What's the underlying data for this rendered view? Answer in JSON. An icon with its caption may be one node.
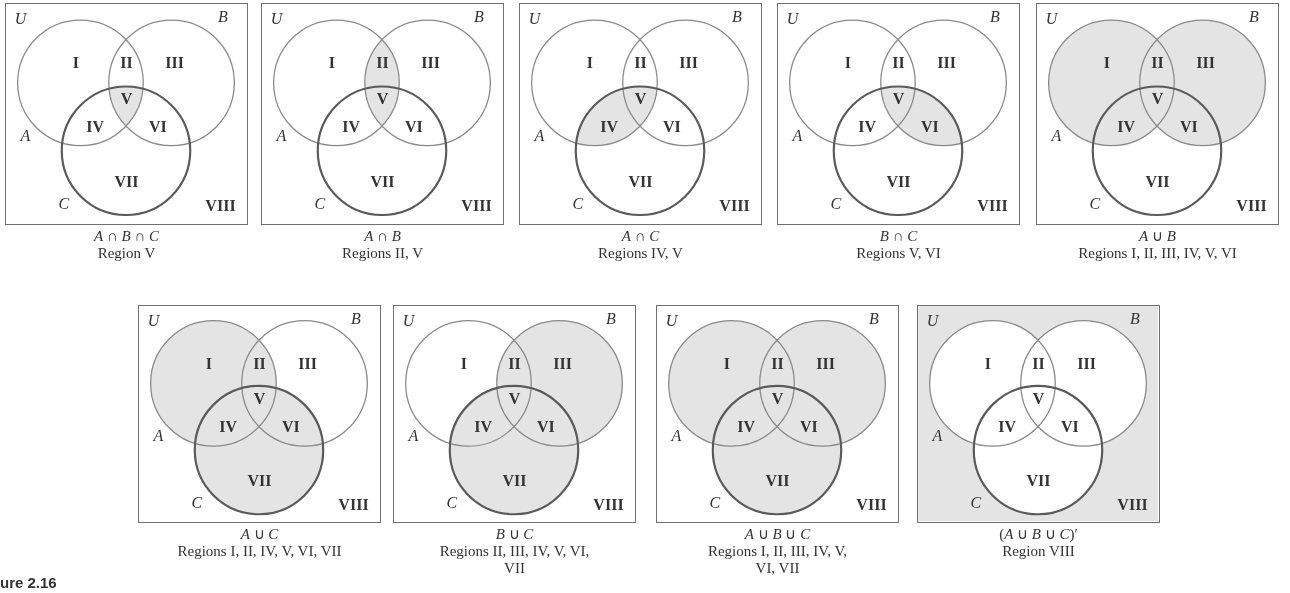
{
  "diagram": {
    "caption": "ure 2.16",
    "nodes": [
      {
        "text": [
          "U",
          "B",
          "I",
          "II",
          "III",
          "V",
          "IV",
          "VI",
          "A",
          "VII",
          "C",
          "VIII"
        ],
        "beside": [
          "*A* ∩ *B* ∩ *C*",
          "Region V"
        ]
      },
      {
        "text": [
          "U",
          "B",
          "I",
          "II",
          "III",
          "V",
          "IV",
          "VI",
          "A",
          "VII",
          "C",
          "VIII"
        ],
        "beside": [
          "*A* ∩ *B*",
          "Regions II, V"
        ]
      },
      {
        "text": [
          "U",
          "B",
          "I",
          "II",
          "III",
          "V",
          "IV",
          "VI",
          "A",
          "VII",
          "C",
          "VIII"
        ],
        "beside": [
          "*A* ∩ *C*",
          "Regions IV, V"
        ]
      },
      {
        "text": [
          "U",
          "B",
          "I",
          "II",
          "III",
          "V",
          "IV",
          "VI",
          "A",
          "VII",
          "C",
          "VIII"
        ],
        "beside": [
          "*B* ∩ *C*",
          "Regions V, VI"
        ]
      },
      {
        "text": [
          "U",
          "B",
          "I",
          "II",
          "III",
          "V",
          "IV",
          "VI",
          "A",
          "VII",
          "C",
          "VIII"
        ],
        "beside": [
          "*A* ∪ *B*",
          "Regions I, II, III, IV, V, VI"
        ]
      },
      {
        "text": [
          "U",
          "B",
          "I",
          "II",
          "III",
          "V",
          "IV",
          "VI",
          "A",
          "VII",
          "C",
          "VIII"
        ],
        "beside": [
          "*A* ∪ *C*",
          "Regions I, II, IV, V, VI, VII"
        ]
      },
      {
        "text": [
          "U",
          "B",
          "I",
          "II",
          "III",
          "V",
          "IV",
          "VI",
          "A",
          "VII",
          "C",
          "VIII"
        ],
        "beside": [
          "*B* ∪ *C*",
          "Regions II, III, IV, V, VI, VII"
        ]
      },
      {
        "text": [
          "U",
          "B",
          "I",
          "II",
          "III",
          "V",
          "IV",
          "VI",
          "A",
          "VII",
          "C",
          "VIII"
        ],
        "beside": [
          "*A* ∪ *B* ∪ *C*",
          "Regions I, II, III, IV, V, VI, VII"
        ]
      },
      {
        "text": [
          "U",
          "B",
          "I",
          "II",
          "III",
          "V",
          "IV",
          "VI",
          "A",
          "VII",
          "C",
          "VIII"
        ],
        "beside": [
          "(*A* ∪ *B* ∪ *C*)′",
          "Region VIII"
        ]
      }
    ]
  }
}
